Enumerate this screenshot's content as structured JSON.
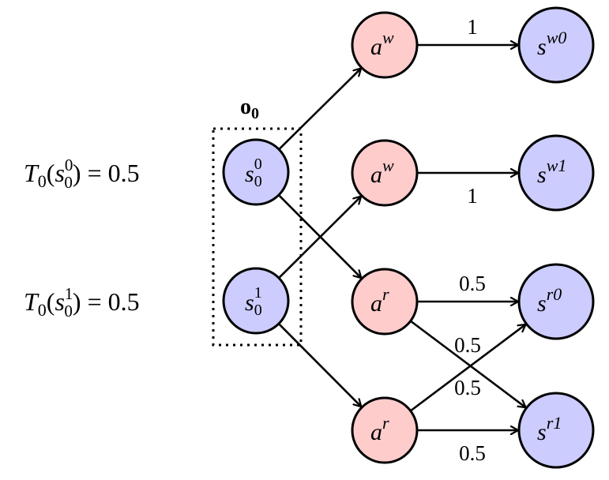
{
  "colors": {
    "state_fill": "#ccccff",
    "action_fill": "#ffcccc",
    "stroke": "#000000",
    "background": "#ffffff"
  },
  "group": {
    "label_main": "o",
    "label_sub": "0",
    "style": "dotted"
  },
  "initial_states": [
    {
      "id": "s00",
      "base": "s",
      "sup": "0",
      "sub": "0",
      "prior_fn": "T",
      "prior_fn_sub": "0",
      "prior_value": "0.5"
    },
    {
      "id": "s01",
      "base": "s",
      "sup": "1",
      "sub": "0",
      "prior_fn": "T",
      "prior_fn_sub": "0",
      "prior_value": "0.5"
    }
  ],
  "actions": [
    {
      "id": "aw1",
      "base": "a",
      "sup": "w"
    },
    {
      "id": "aw2",
      "base": "a",
      "sup": "w"
    },
    {
      "id": "ar1",
      "base": "a",
      "sup": "r"
    },
    {
      "id": "ar2",
      "base": "a",
      "sup": "r"
    }
  ],
  "outcomes": [
    {
      "id": "sw0",
      "base": "s",
      "sup": "w0"
    },
    {
      "id": "sw1",
      "base": "s",
      "sup": "w1"
    },
    {
      "id": "sr0",
      "base": "s",
      "sup": "r0"
    },
    {
      "id": "sr1",
      "base": "s",
      "sup": "r1"
    }
  ],
  "edges": [
    {
      "from": "s00",
      "to": "aw1",
      "label": ""
    },
    {
      "from": "s00",
      "to": "ar1",
      "label": ""
    },
    {
      "from": "s01",
      "to": "aw2",
      "label": ""
    },
    {
      "from": "s01",
      "to": "ar2",
      "label": ""
    },
    {
      "from": "aw1",
      "to": "sw0",
      "label": "1"
    },
    {
      "from": "aw2",
      "to": "sw1",
      "label": "1"
    },
    {
      "from": "ar1",
      "to": "sr0",
      "label": "0.5"
    },
    {
      "from": "ar1",
      "to": "sr1",
      "label": "0.5"
    },
    {
      "from": "ar2",
      "to": "sr0",
      "label": "0.5"
    },
    {
      "from": "ar2",
      "to": "sr1",
      "label": "0.5"
    }
  ]
}
